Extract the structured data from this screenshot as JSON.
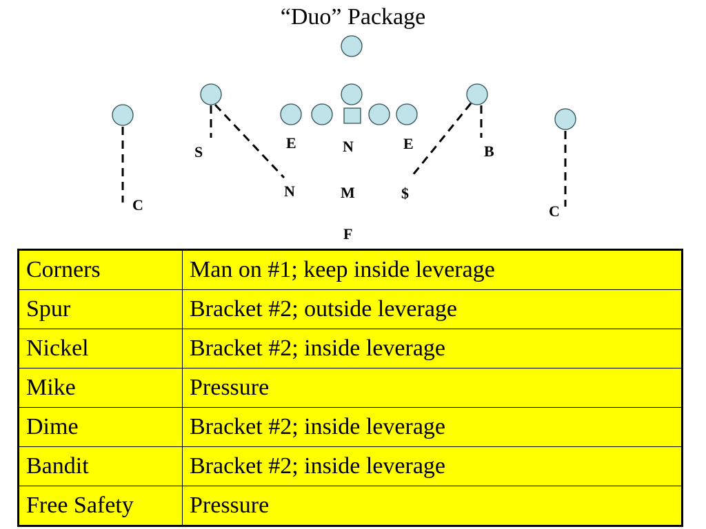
{
  "title": "“Duo” Package",
  "offense": {
    "players": [
      {
        "shape": "circle",
        "role": "receiver"
      },
      {
        "shape": "circle",
        "role": "receiver"
      },
      {
        "shape": "circle",
        "role": "receiver"
      },
      {
        "shape": "circle",
        "role": "receiver"
      },
      {
        "shape": "circle",
        "role": "tackle"
      },
      {
        "shape": "circle",
        "role": "guard"
      },
      {
        "shape": "square",
        "role": "center"
      },
      {
        "shape": "circle",
        "role": "guard"
      },
      {
        "shape": "circle",
        "role": "tackle"
      },
      {
        "shape": "circle",
        "role": "quarterback"
      },
      {
        "shape": "circle",
        "role": "back"
      }
    ]
  },
  "defense": {
    "labels": {
      "corner_left": "C",
      "corner_right": "C",
      "spur": "S",
      "end_left": "E",
      "nose": "N",
      "end_right": "E",
      "bandit": "B",
      "nickel": "N",
      "mike": "M",
      "dime": "$",
      "free_safety": "F"
    }
  },
  "assignments": [
    {
      "position": "Corners",
      "assignment": "Man on #1; keep inside leverage"
    },
    {
      "position": "Spur",
      "assignment": "Bracket #2; outside leverage"
    },
    {
      "position": "Nickel",
      "assignment": "Bracket #2; inside leverage"
    },
    {
      "position": "Mike",
      "assignment": "Pressure"
    },
    {
      "position": "Dime",
      "assignment": "Bracket #2; inside leverage"
    },
    {
      "position": "Bandit",
      "assignment": "Bracket #2; inside leverage"
    },
    {
      "position": "Free Safety",
      "assignment": "Pressure"
    }
  ],
  "colors": {
    "table_background": "#ffff00",
    "player_fill": "#bfe3e8"
  }
}
